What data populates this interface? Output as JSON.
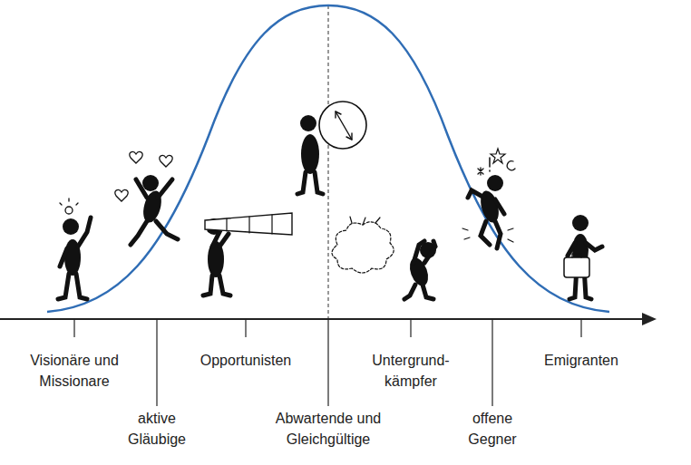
{
  "diagram": {
    "labels": [
      "Visionäre und Missionare",
      "aktive Gläubige",
      "Opportunisten",
      "Abwartende und Gleichgültige",
      "Untergrund- kämpfer",
      "offene Gegner",
      "Emigranten"
    ]
  }
}
